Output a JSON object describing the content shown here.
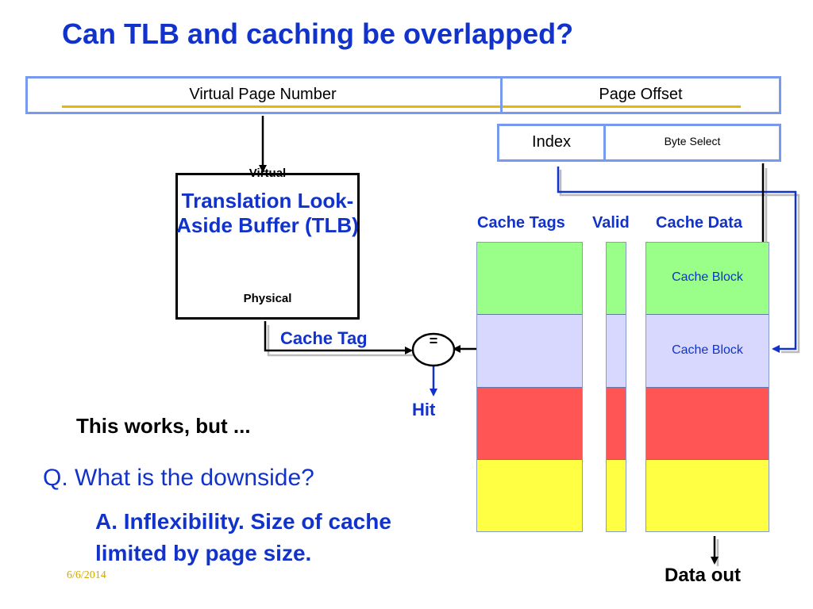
{
  "title": "Can TLB and caching be overlapped?",
  "address": {
    "vpn_label": "Virtual Page Number",
    "offset_label": "Page Offset"
  },
  "index_box": {
    "index_label": "Index",
    "byte_select_label": "Byte Select"
  },
  "tlb": {
    "virtual_label": "Virtual",
    "name": "Translation Look-Aside Buffer (TLB)",
    "physical_label": "Physical"
  },
  "labels": {
    "cache_tag": "Cache Tag",
    "comparator": "=",
    "hit": "Hit",
    "cache_tags_header": "Cache Tags",
    "valid_header": "Valid",
    "cache_data_header": "Cache Data",
    "data_out": "Data out"
  },
  "cache_blocks": [
    "Cache Block",
    "Cache Block"
  ],
  "row_colors": [
    "#99ff88",
    "#d8d8ff",
    "#ff5555",
    "#ffff44"
  ],
  "text": {
    "works": "This works, but ...",
    "question": "Q. What is the downside?",
    "answer_line1": "A. Inflexibility. Size of cache",
    "answer_line2": "limited by page size."
  },
  "footer": {
    "date": "6/6/2014"
  }
}
